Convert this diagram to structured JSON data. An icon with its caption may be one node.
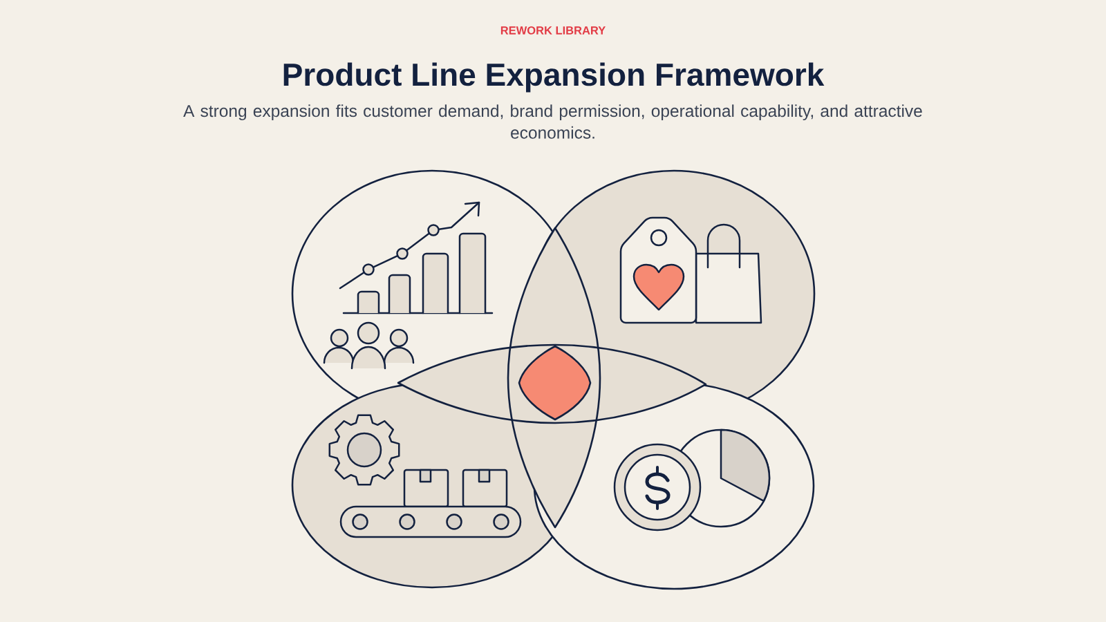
{
  "diagram": {
    "title": "Product Line Expansion Framework",
    "caption": "A strong expansion fits customer demand, brand permission, operational capability, and attractive economics.",
    "labels": [
      "REWORK LIBRARY"
    ]
  }
}
